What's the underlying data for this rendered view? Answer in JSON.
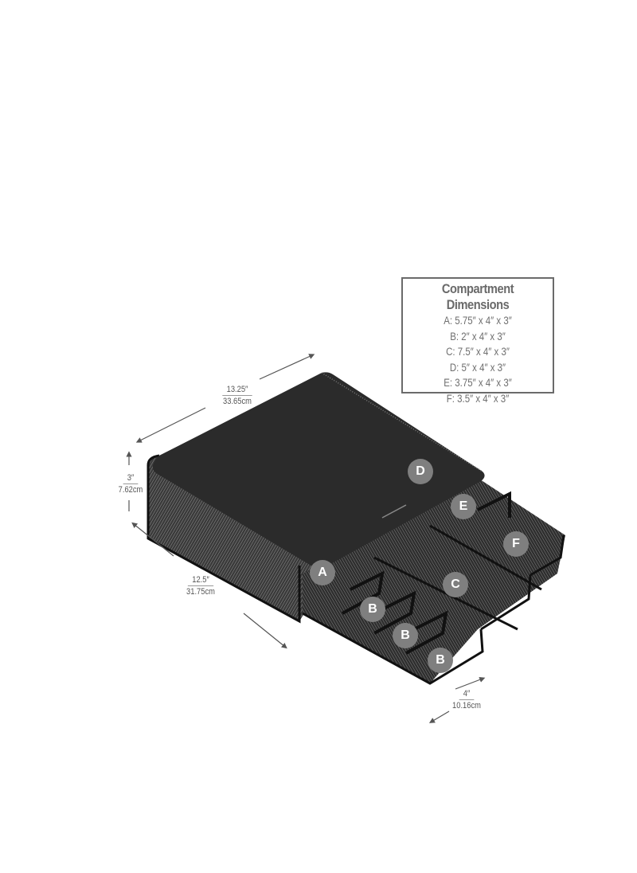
{
  "product": {
    "compartment_labels": [
      "A",
      "B",
      "B",
      "B",
      "C",
      "D",
      "E",
      "F"
    ]
  },
  "dimensions_box": {
    "title": "Compartment Dimensions",
    "rows": [
      "A: 5.75″ x 4″ x 3″",
      "B: 2″ x 4″ x 3″",
      "C: 7.5″ x 4″ x 3″",
      "D: 5″ x 4″ x 3″",
      "E: 3.75″ x 4″ x 3″",
      "F: 3.5″ x 4″ x 3″"
    ]
  },
  "measurements": {
    "width": {
      "inches": "13.25″",
      "cm": "33.65cm"
    },
    "height": {
      "inches": "3″",
      "cm": "7.62cm"
    },
    "depth": {
      "inches": "12.5″",
      "cm": "31.75cm"
    },
    "drawer": {
      "inches": "4″",
      "cm": "10.16cm"
    }
  },
  "colors": {
    "body": "#2b2b2b",
    "mesh": "#555555",
    "label_circle": "#7f7f7f",
    "box_border": "#6b6b6b"
  }
}
